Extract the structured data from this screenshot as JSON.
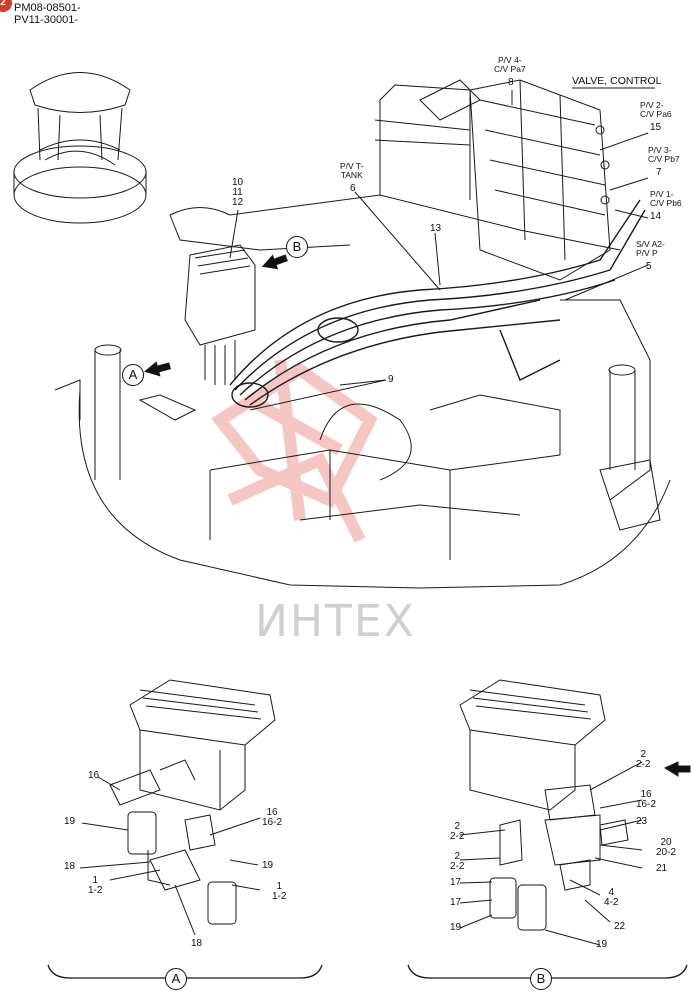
{
  "header": {
    "badge": "2",
    "codes": [
      "PM08-08501-",
      "PV11-30001-"
    ]
  },
  "watermark": "ИНТЕХ",
  "view_tags": {
    "a": "A",
    "b": "B"
  },
  "main_labels": {
    "valve_control": "VALVE, CONTROL",
    "pv4": "P/V 4-\nC/V Pa7",
    "pv2": "P/V 2-\nC/V Pa6",
    "pv3": "P/V 3-\nC/V Pb7",
    "pv1": "P/V 1-\nC/V Pb6",
    "pvt": "P/V T-\nTANK",
    "sva2": "S/V A2-\nP/V P",
    "n8": "8",
    "n15": "15",
    "n7": "7",
    "n14": "14",
    "n6": "6",
    "n5": "5",
    "n13": "13",
    "n10_12": "10\n11\n12",
    "n9": "9"
  },
  "detail_a": {
    "labels": {
      "l16": "16",
      "l19a": "19",
      "l18a": "18",
      "l1a": "1\n1-2",
      "l18b": "18",
      "l16b": "16\n16-2",
      "l19b": "19",
      "l1b": "1\n1-2"
    },
    "tag": "A"
  },
  "detail_b": {
    "labels": {
      "l2top": "2\n2-2",
      "l16": "16\n16-2",
      "l22a": "2\n2-2",
      "l23": "23",
      "l22b": "2\n2-2",
      "l20": "20\n20-2",
      "l17a": "17",
      "l21": "21",
      "l17b": "17",
      "l4": "4\n4-2",
      "l19a": "19",
      "l22": "22",
      "l19b": "19"
    },
    "tag": "B"
  },
  "colors": {
    "line": "#1a1a1a",
    "watermark_logo": "#f3b8b4",
    "badge": "#d63a2b"
  }
}
